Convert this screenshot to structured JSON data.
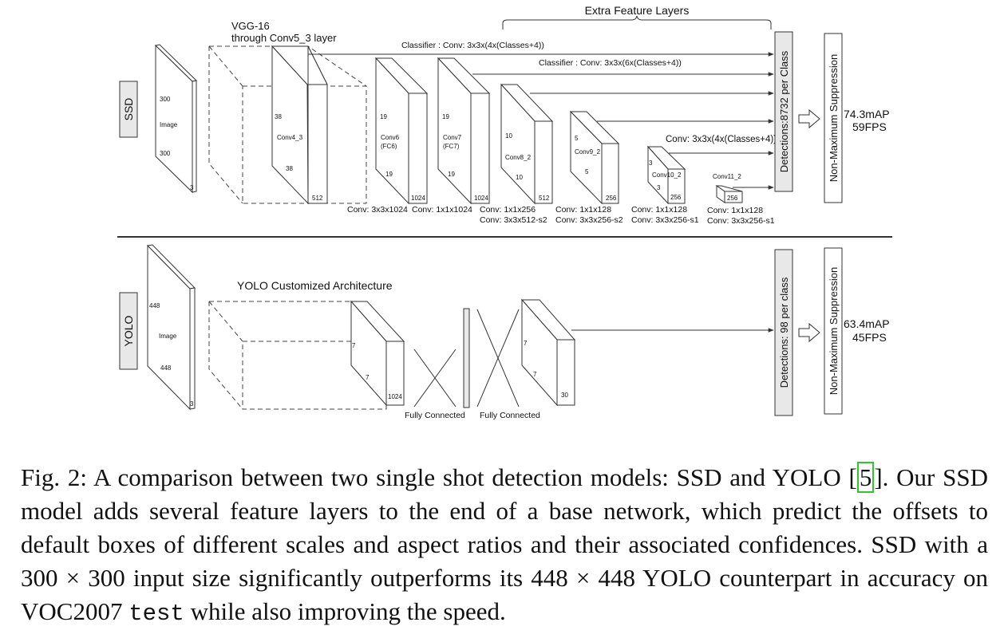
{
  "ssd": {
    "label": "SSD",
    "vgg_label_1": "VGG-16",
    "vgg_label_2": "through Conv5_3 layer",
    "extra_label": "Extra Feature Layers",
    "classifier_1": "Classifier : Conv: 3x3x(4x(Classes+4))",
    "classifier_2": "Classifier : Conv: 3x3x(6x(Classes+4))",
    "classifier_3": "Conv: 3x3x(4x(Classes+4))",
    "image": {
      "top": "300",
      "name": "Image",
      "bottom": "300",
      "depth": "3"
    },
    "conv4": {
      "size": "38",
      "name": "Conv4_3",
      "size2": "38",
      "depth": "512"
    },
    "conv6": {
      "size": "19",
      "name_1": "Conv6",
      "name_2": "(FC6)",
      "size2": "19",
      "depth": "1024"
    },
    "conv7": {
      "size": "19",
      "name_1": "Conv7",
      "name_2": "(FC7)",
      "size2": "19",
      "depth": "1024"
    },
    "conv8": {
      "size": "10",
      "name": "Conv8_2",
      "size2": "10",
      "depth": "512"
    },
    "conv9": {
      "size": "5",
      "name": "Conv9_2",
      "size2": "5",
      "depth": "256"
    },
    "conv10": {
      "size": "3",
      "name": "Conv10_2",
      "size2": "3",
      "depth": "256"
    },
    "conv11": {
      "name": "Conv11_2",
      "depth": "256"
    },
    "bottom_row_1": [
      "Conv: 3x3x1024",
      "Conv: 1x1x1024",
      "Conv: 1x1x256",
      "Conv: 1x1x128",
      "Conv: 1x1x128",
      "Conv: 1x1x128"
    ],
    "bottom_row_2": [
      "Conv: 3x3x512-s2",
      "Conv: 3x3x256-s2",
      "Conv: 3x3x256-s1",
      "Conv: 3x3x256-s1"
    ],
    "detections": "Detections:8732 per Class",
    "nms": "Non-Maximum Suppression",
    "map": "74.3mAP",
    "fps": "59FPS"
  },
  "yolo": {
    "label": "YOLO",
    "arch_label": "YOLO Customized Architecture",
    "image": {
      "top": "448",
      "name": "Image",
      "bottom": "448",
      "depth": "3"
    },
    "block1": {
      "size": "7",
      "size2": "7",
      "depth": "1024"
    },
    "block2": {
      "size": "7",
      "size2": "7",
      "depth": "30"
    },
    "fc_1": "Fully Connected",
    "fc_2": "Fully Connected",
    "detections": "Detections: 98 per class",
    "nms": "Non-Maximum Suppression",
    "map": "63.4mAP",
    "fps": "45FPS"
  },
  "caption": {
    "part1": "Fig. 2: A comparison between two single shot detection models: SSD and YOLO [",
    "ref": "5",
    "part2": "]. Our SSD model adds several feature layers to the end of a base network, which predict the offsets to default boxes of different scales and aspect ratios and their associated confidences. SSD with a 300 × 300 input size significantly outperforms its 448 × 448 YOLO counterpart in accuracy on VOC2007 ",
    "mono": "test",
    "part3": " while also improving the speed."
  }
}
